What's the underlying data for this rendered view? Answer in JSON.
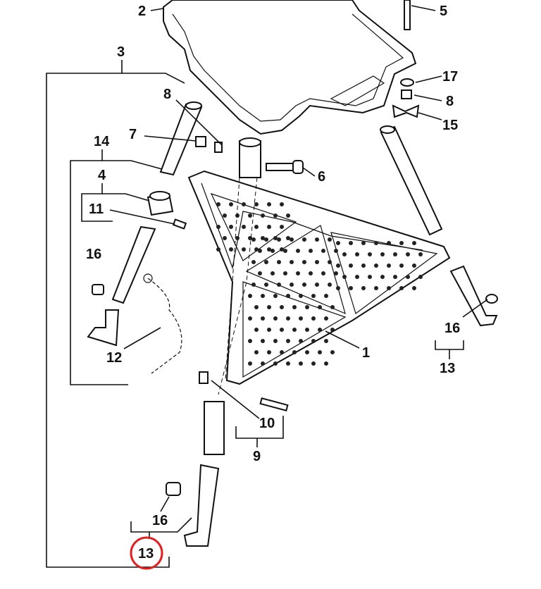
{
  "diagram": {
    "type": "exploded-parts-diagram",
    "callouts": [
      "2",
      "5",
      "3",
      "17",
      "8",
      "15",
      "8",
      "7",
      "14",
      "6",
      "4",
      "11",
      "16",
      "12",
      "1",
      "16",
      "13",
      "10",
      "9",
      "16",
      "13"
    ],
    "highlighted_callout": "13",
    "highlight_color": "#e02020"
  }
}
